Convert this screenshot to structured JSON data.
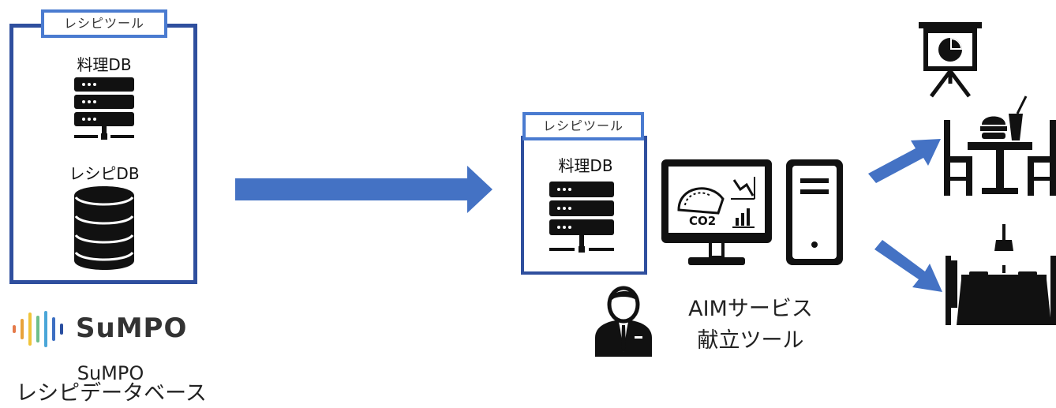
{
  "source": {
    "tab_label": "レシピツール",
    "dish_db_label": "料理DB",
    "recipe_db_label": "レシピDB"
  },
  "sumpo": {
    "logo_text": "SuMPO",
    "caption_line1": "SuMPO",
    "caption_line2": "レシピデータベース"
  },
  "target": {
    "tab_label": "レシピツール",
    "dish_db_label": "料理DB",
    "monitor_co2_text": "CO2",
    "caption_line1": "AIMサービス",
    "caption_line2": "献立ツール"
  },
  "icons": [
    "server-icon",
    "database-icon",
    "arrow-right-icon",
    "monitor-icon",
    "pc-tower-icon",
    "businessman-icon",
    "presentation-board-icon",
    "cafe-table-icon",
    "dining-table-icon"
  ],
  "colors": {
    "panel_border": "#2f4f9e",
    "tab_border": "#4a7bd0",
    "arrow": "#4472c4",
    "icon": "#111111"
  }
}
